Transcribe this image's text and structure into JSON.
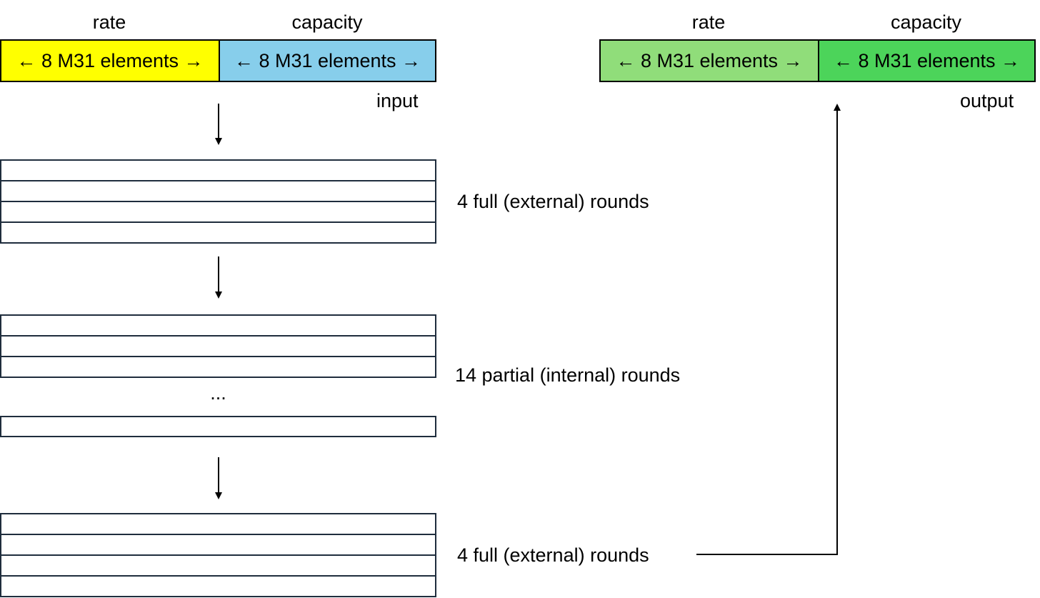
{
  "input_state": {
    "rate_header": "rate",
    "capacity_header": "capacity",
    "rate_block": "← 8 M31 elements →",
    "capacity_block": "← 8 M31 elements →",
    "caption": "input",
    "colors": {
      "rate": "#ffff00",
      "capacity": "#87ceeb"
    }
  },
  "output_state": {
    "rate_header": "rate",
    "capacity_header": "capacity",
    "rate_block": "← 8 M31 elements →",
    "capacity_block": "← 8 M31 elements →",
    "caption": "output",
    "colors": {
      "rate": "#90dd7a",
      "capacity": "#4cd45a"
    }
  },
  "round_groups": [
    {
      "label": "4 full (external) rounds",
      "rounds": 4
    },
    {
      "label": "14 partial (internal) rounds",
      "rounds": 14,
      "ellipsis": "..."
    },
    {
      "label": "4 full (external) rounds",
      "rounds": 4
    }
  ]
}
